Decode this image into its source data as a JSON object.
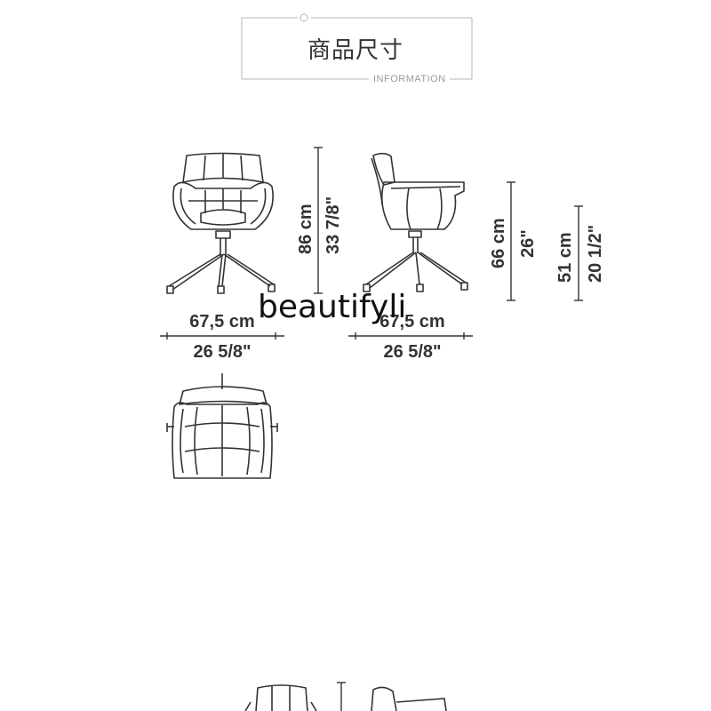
{
  "header": {
    "title": "商品尺寸",
    "subtitle": "INFORMATION"
  },
  "watermark": {
    "text": "beautifyli"
  },
  "dimensions": {
    "front_height_cm": "86 cm",
    "front_height_in": "33 7/8\"",
    "front_width_cm": "67,5 cm",
    "front_width_in": "26 5/8\"",
    "side_width_cm": "67,5 cm",
    "side_width_in": "26 5/8\"",
    "side_arm_height_cm": "66 cm",
    "side_arm_height_in": "26\"",
    "seat_height_cm": "51 cm",
    "seat_height_in": "20 1/2\""
  },
  "colors": {
    "line": "#333333",
    "frame": "#b5b5b5",
    "subtitle": "#9a9a9a"
  }
}
